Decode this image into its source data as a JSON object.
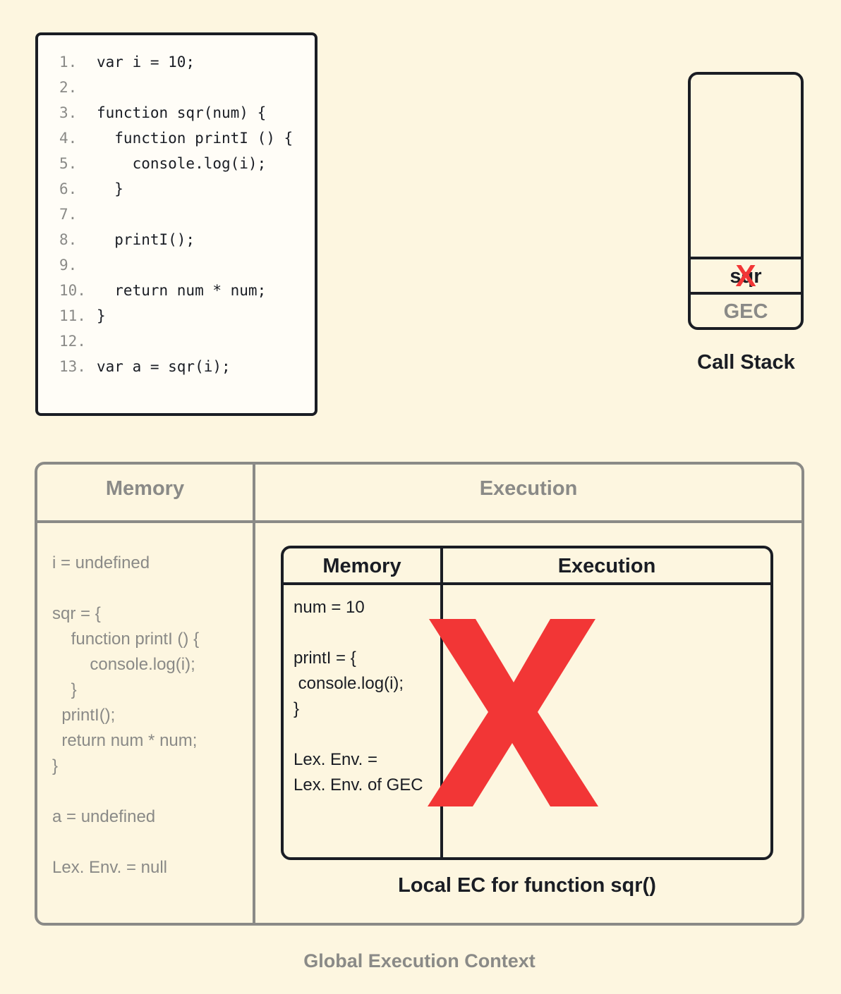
{
  "code": {
    "lines": [
      {
        "num": "1.",
        "text": "var i = 10;"
      },
      {
        "num": "2.",
        "text": ""
      },
      {
        "num": "3.",
        "text": "function sqr(num) {"
      },
      {
        "num": "4.",
        "text": "  function printI () {"
      },
      {
        "num": "5.",
        "text": "    console.log(i);"
      },
      {
        "num": "6.",
        "text": "  }"
      },
      {
        "num": "7.",
        "text": ""
      },
      {
        "num": "8.",
        "text": "  printI();"
      },
      {
        "num": "9.",
        "text": ""
      },
      {
        "num": "10.",
        "text": "  return num * num;"
      },
      {
        "num": "11.",
        "text": "}"
      },
      {
        "num": "12.",
        "text": ""
      },
      {
        "num": "13.",
        "text": "var a = sqr(i);"
      }
    ]
  },
  "call_stack": {
    "title": "Call Stack",
    "frames": [
      {
        "label": "sqr",
        "status": "popped"
      },
      {
        "label": "GEC",
        "status": "inactive"
      }
    ],
    "popped_mark": "X"
  },
  "global_ec": {
    "title": "Global Execution Context",
    "memory_header": "Memory",
    "execution_header": "Execution",
    "memory_lines": [
      "i = undefined",
      "",
      "sqr = {",
      "    function printI () {",
      "        console.log(i);",
      "    }",
      "  printI();",
      "  return num * num;",
      "}",
      "",
      "a = undefined",
      "",
      "Lex. Env. = null"
    ]
  },
  "local_ec": {
    "title": "Local EC for function sqr()",
    "memory_header": "Memory",
    "execution_header": "Execution",
    "memory_lines": [
      "num = 10",
      "",
      "printI = {",
      " console.log(i);",
      "}",
      "",
      "Lex. Env. =",
      "Lex. Env. of GEC"
    ],
    "status": "destroyed",
    "status_color": "#f23636"
  },
  "colors": {
    "background": "#fdf6e0",
    "ink": "#1a1d24",
    "muted": "#8a8a87",
    "cross": "#f23636"
  }
}
